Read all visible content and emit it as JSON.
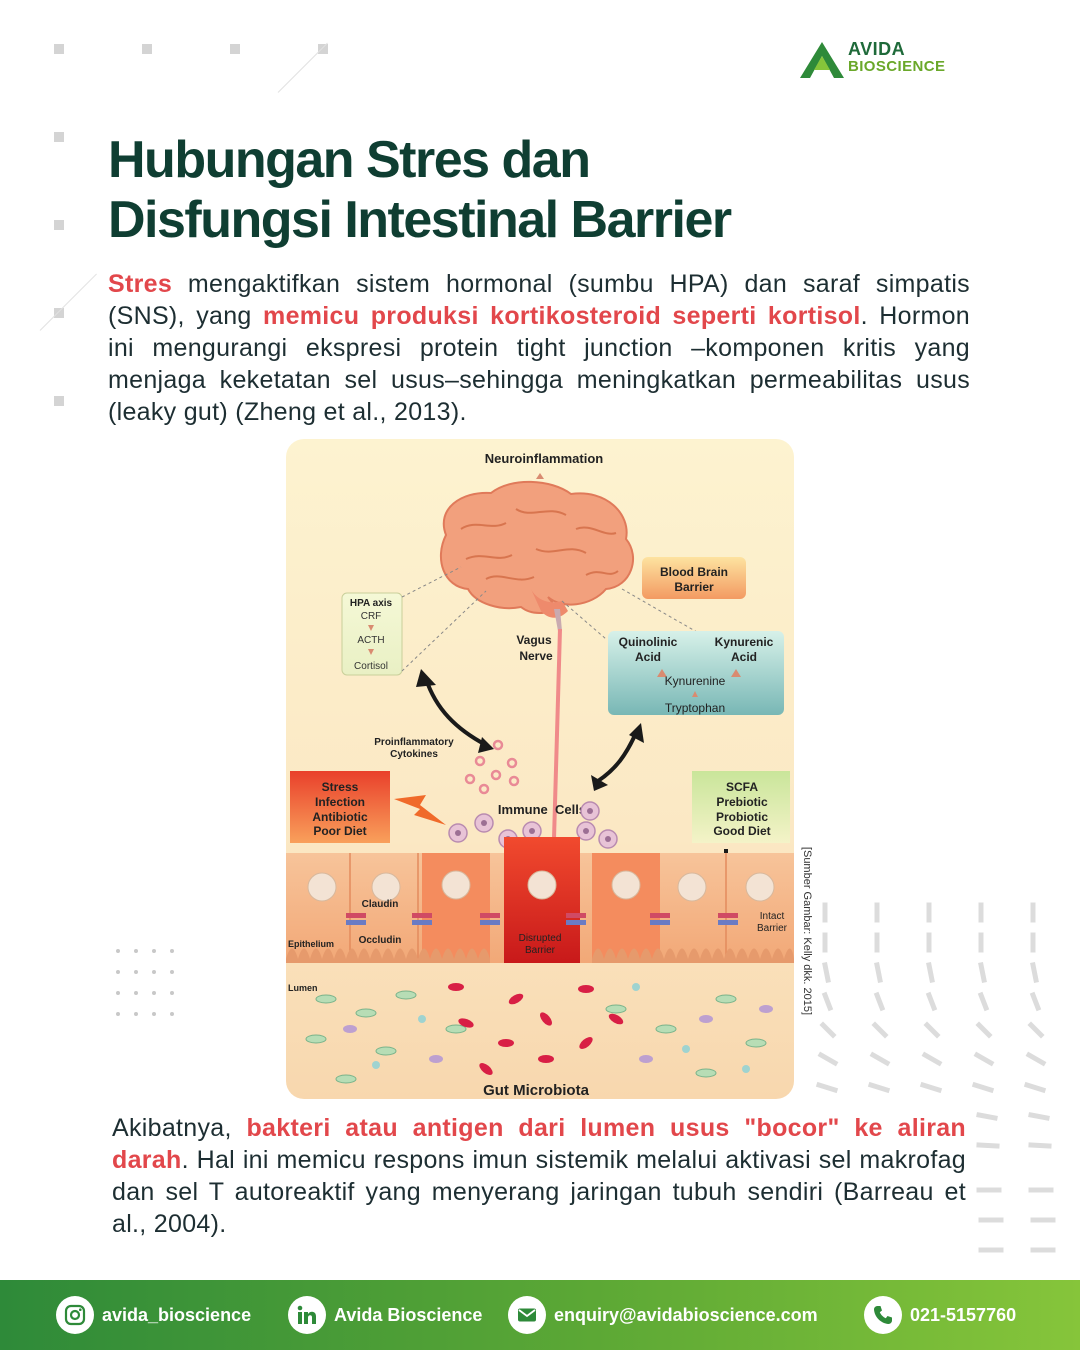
{
  "brand": {
    "line1": "AVIDA",
    "line2": "BIOSCIENCE"
  },
  "title": {
    "line1": "Hubungan Stres dan",
    "line2": "Disfungsi Intestinal Barrier"
  },
  "paragraph1": {
    "a": "Stres",
    "b": " mengaktifkan sistem hormonal (sumbu HPA) dan saraf simpatis (SNS), yang ",
    "c": "memicu produksi kortikosteroid seperti kortisol",
    "d": ". Hormon ini mengurangi ekspresi protein tight junction –komponen kritis yang menjaga keketatan sel usus–sehingga meningkatkan permeabilitas usus (leaky gut) (Zheng et al., 2013)."
  },
  "figure": {
    "neuroinflammation": "Neuroinflammation",
    "bbb1": "Blood Brain",
    "bbb2": "Barrier",
    "hpa_axis": "HPA axis",
    "crf": "CRF",
    "acth": "ACTH",
    "cortisol": "Cortisol",
    "vagus1": "Vagus",
    "vagus2": "Nerve",
    "quinolinic1": "Quinolinic",
    "quinolinic2": "Acid",
    "kynurenic1": "Kynurenic",
    "kynurenic2": "Acid",
    "kynurenine": "Kynurenine",
    "tryptophan": "Tryptophan",
    "cytokines1": "Proinflammatory",
    "cytokines2": "Cytokines",
    "stress_lines": [
      "Stress",
      "Infection",
      "Antibiotic",
      "Poor Diet"
    ],
    "scfa_lines": [
      "SCFA",
      "Prebiotic",
      "Probiotic",
      "Good Diet"
    ],
    "immune_cells": "Immune  Cells",
    "claudin": "Claudin",
    "occludin": "Occludin",
    "disrupted1": "Disrupted",
    "disrupted2": "Barrier",
    "intact1": "Intact",
    "intact2": "Barrier",
    "epithelium": "Epithelium",
    "lumen": "Lumen",
    "gut_microbiota": "Gut Microbiota"
  },
  "caption": "[Sumber Gambar: Kelly dkk. 2015]",
  "paragraph2": {
    "a": "Akibatnya, ",
    "b": "bakteri atau antigen dari lumen usus \"bocor\" ke aliran darah",
    "c": ". Hal ini memicu respons imun sistemik melalui aktivasi sel  makrofag dan sel T autoreaktif yang menyerang jaringan tubuh sendiri (Barreau et al., 2004)."
  },
  "footer": {
    "instagram": "avida_bioscience",
    "linkedin": "Avida Bioscience",
    "email": "enquiry@avidabioscience.com",
    "phone": "021-5157760"
  },
  "colors": {
    "title": "#0f3e32",
    "highlight": "#e2474b",
    "brand_dark": "#1f6a3a",
    "brand_light": "#86c53a"
  },
  "icons": [
    "instagram-icon",
    "linkedin-icon",
    "email-icon",
    "phone-icon"
  ]
}
